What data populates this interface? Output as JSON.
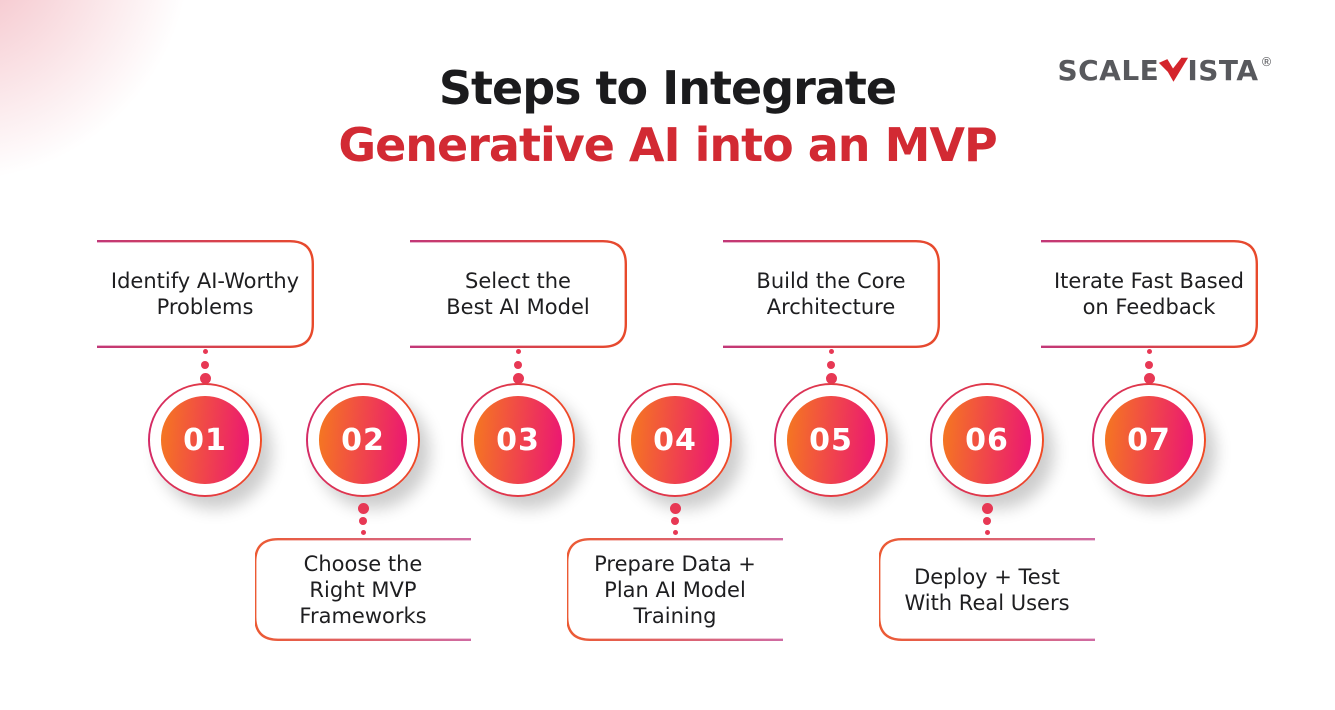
{
  "header": {
    "title_line1": "Steps to Integrate",
    "title_line2": "Generative AI into an MVP"
  },
  "logo": {
    "part1": "SCALE",
    "part2": "ISTA",
    "registered": "®",
    "mark_icon": "red-v-arrow"
  },
  "steps": [
    {
      "number": "01",
      "label": "Identify AI-Worthy\nProblems",
      "label_position": "above"
    },
    {
      "number": "02",
      "label": "Choose the\nRight MVP\nFrameworks",
      "label_position": "below"
    },
    {
      "number": "03",
      "label": "Select the\nBest AI Model",
      "label_position": "above"
    },
    {
      "number": "04",
      "label": "Prepare Data +\nPlan AI Model\nTraining",
      "label_position": "below"
    },
    {
      "number": "05",
      "label": "Build the Core\nArchitecture",
      "label_position": "above"
    },
    {
      "number": "06",
      "label": "Deploy + Test\nWith Real Users",
      "label_position": "below"
    },
    {
      "number": "07",
      "label": "Iterate Fast Based\non Feedback",
      "label_position": "above"
    }
  ],
  "colors": {
    "title_black": "#1b1b1d",
    "title_red": "#d22a33",
    "logo_gray": "#58595d",
    "logo_red": "#d4252c",
    "label_text": "#1e1e20",
    "dot": "#e73854",
    "box_above_start": "#c23878",
    "box_above_end": "#e84a2b",
    "box_below_start": "#ec5a33",
    "box_below_end": "#cf6ba3",
    "ring_start": "#d42a66",
    "ring_end": "#f04b24",
    "inner_start": "#f5791f",
    "inner_end": "#eb1475",
    "corner_glow": "#f3bac2"
  }
}
